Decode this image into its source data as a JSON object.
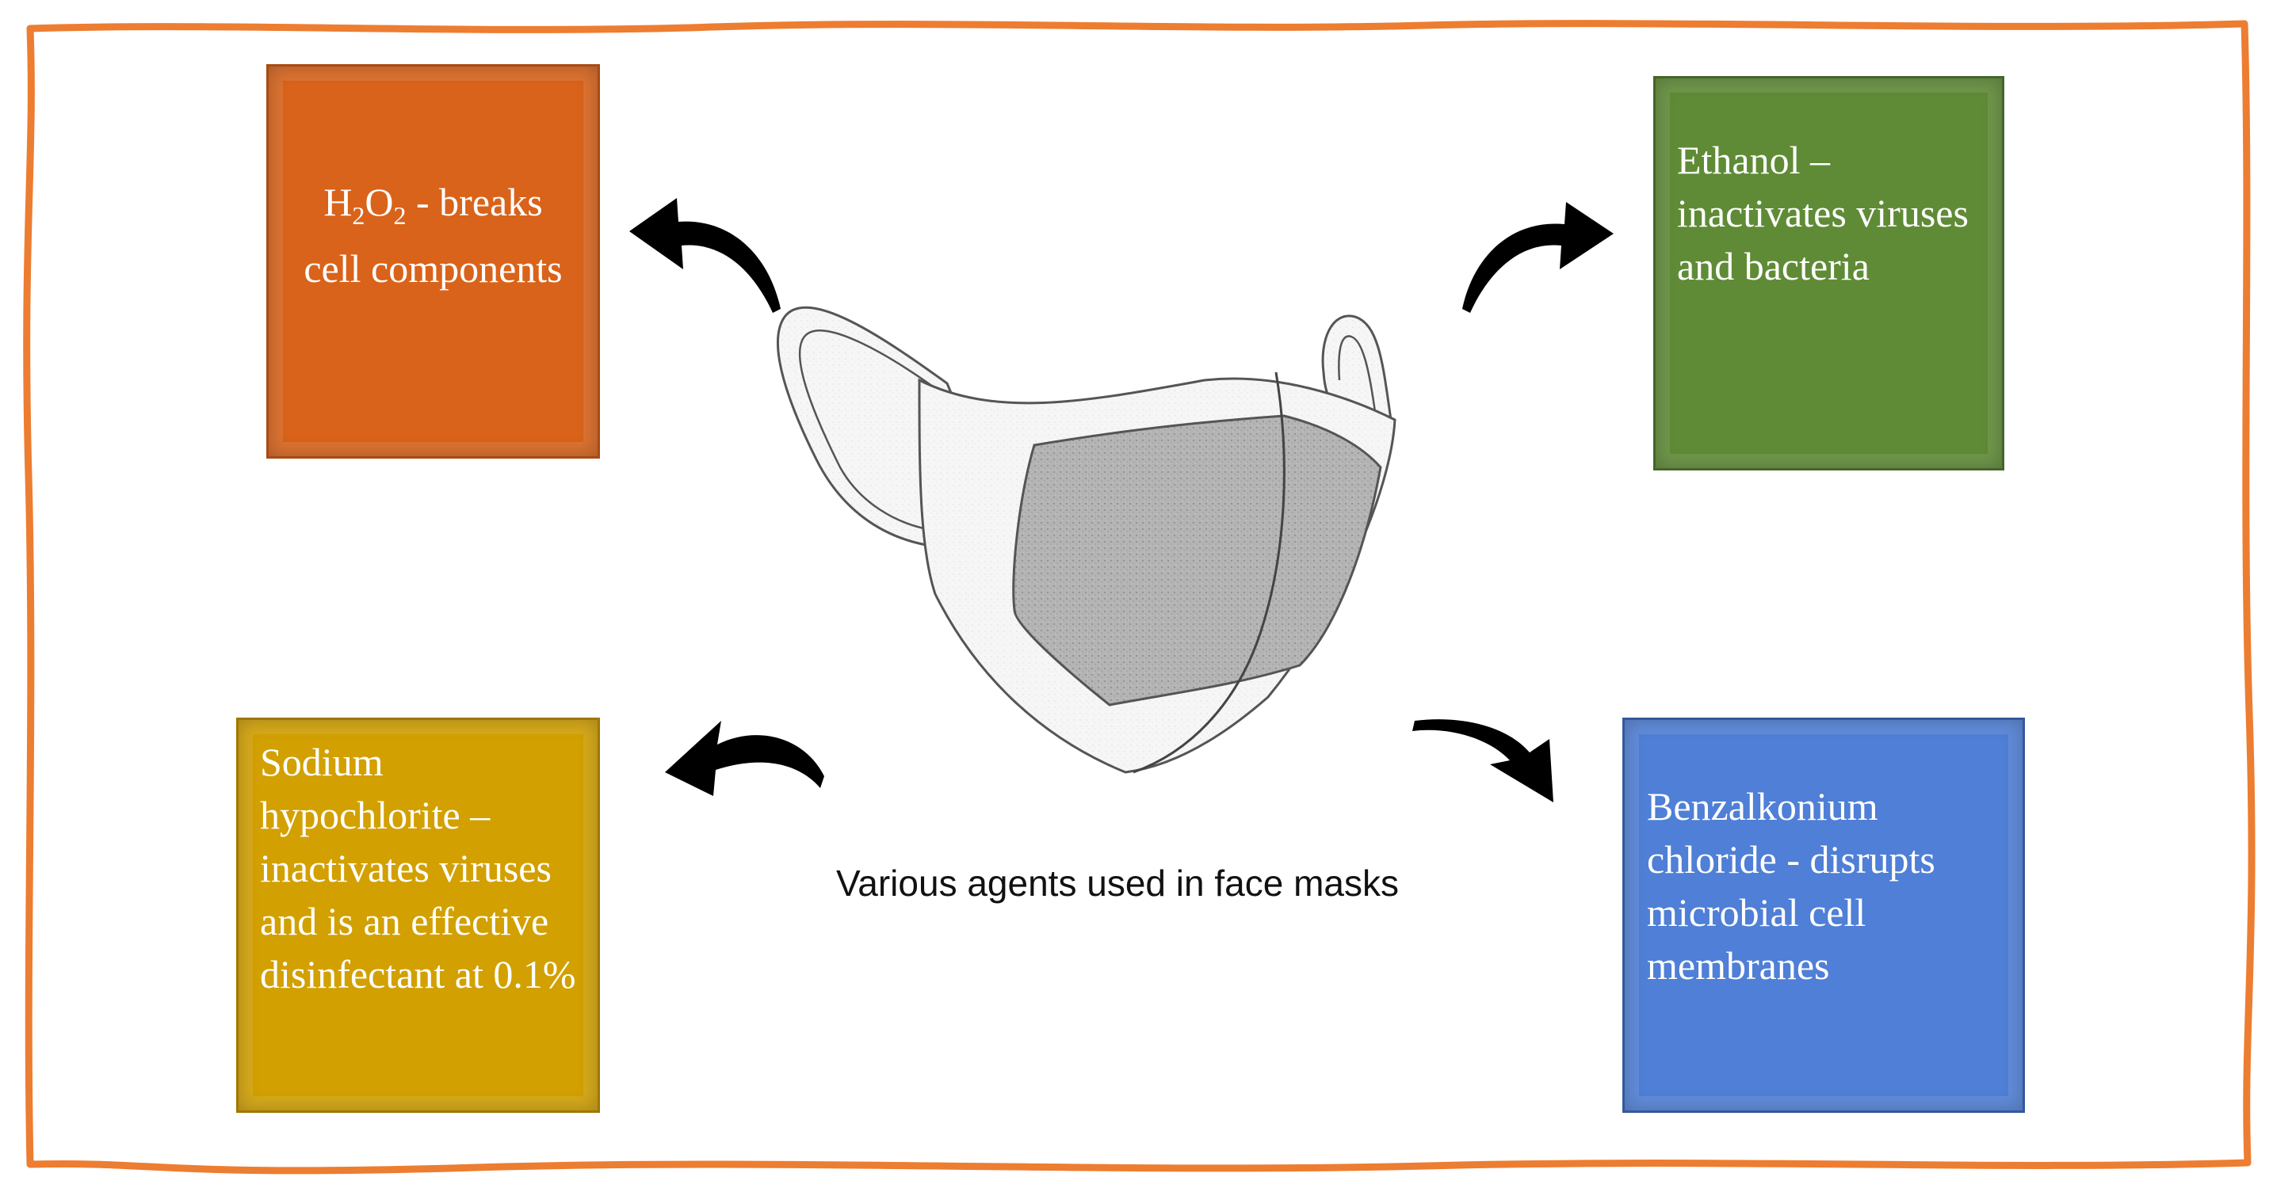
{
  "boxes": {
    "h2o2": {
      "formula_h": "H",
      "formula_sub1": "2",
      "formula_o": "O",
      "formula_sub2": "2",
      "line1_rest": " - breaks",
      "line2": "cell components"
    },
    "ethanol": {
      "text": "Ethanol – inactivates viruses and bacteria"
    },
    "sodium": {
      "text": "Sodium hypochlorite – inactivates viruses and is an effective disinfectant at 0.1%"
    },
    "benzalkonium": {
      "text": "Benzalkonium chloride - disrupts microbial cell membranes"
    }
  },
  "caption": "Various agents used in face masks",
  "colors": {
    "frame": "#ed7d31",
    "h2o2": "#d9631a",
    "ethanol": "#5f8b36",
    "sodium": "#d2a000",
    "benzalkonium": "#4f7fd6"
  },
  "icons": [
    "face-mask-icon",
    "curved-arrow-icon"
  ]
}
